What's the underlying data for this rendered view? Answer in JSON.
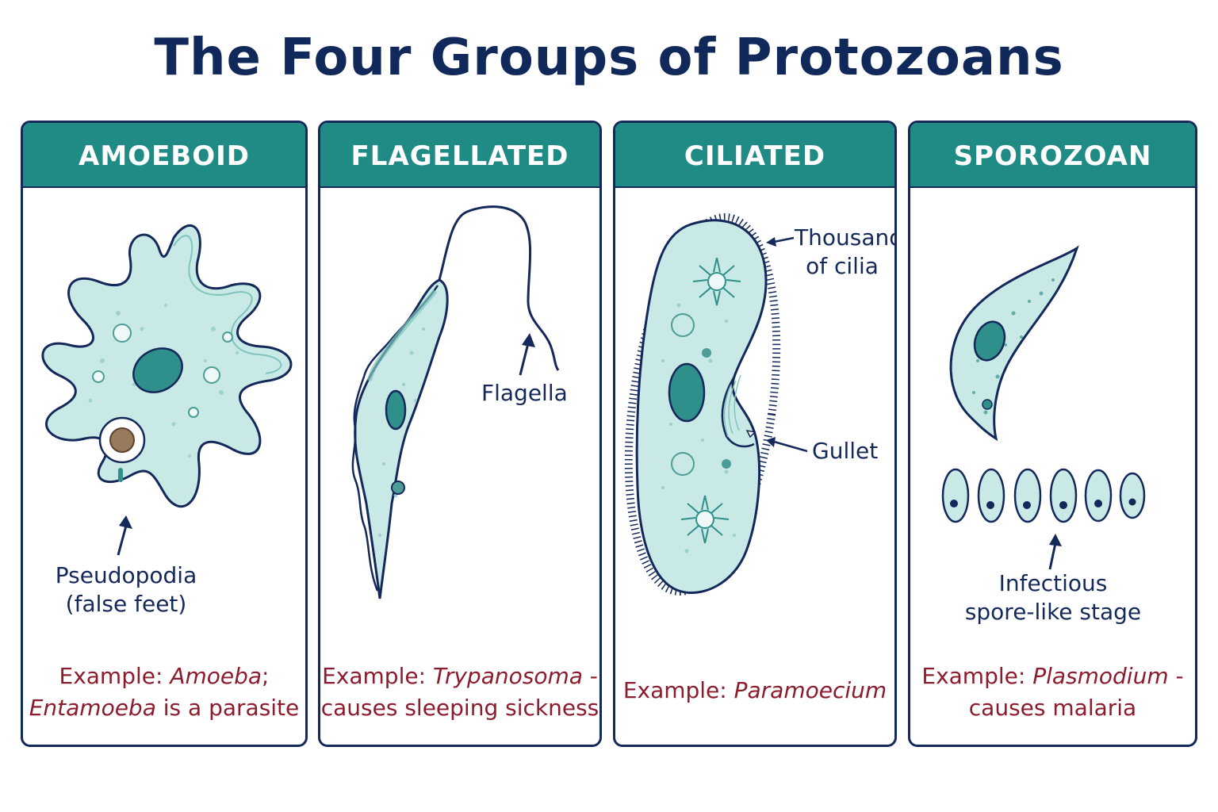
{
  "title": "The Four Groups of Protozoans",
  "colors": {
    "header": "#1f8b84",
    "border": "#14285a",
    "title": "#10295a",
    "example": "#8c1c2c",
    "cell_fill": "#c9e9e7",
    "nucleus": "#2f8f8a"
  },
  "groups": [
    {
      "name": "AMOEBOID",
      "labels": [
        "Pseudopodia",
        "(false feet)"
      ],
      "example": {
        "prefix": "Example: ",
        "genus": "Amoeba",
        "sep": ";",
        "genus2": "Entamoeba",
        "suffix": " is a parasite"
      }
    },
    {
      "name": "FLAGELLATED",
      "labels": [
        "Flagella"
      ],
      "example": {
        "prefix": "Example: ",
        "genus": "Trypanosoma",
        "sep": " -",
        "line2": "causes sleeping sickness"
      }
    },
    {
      "name": "CILIATED",
      "labels": [
        "Thousands",
        "of cilia",
        "Gullet"
      ],
      "example": {
        "prefix": "Example: ",
        "genus": "Paramoecium"
      }
    },
    {
      "name": "SPOROZOAN",
      "labels": [
        "Infectious",
        "spore-like stage"
      ],
      "example": {
        "prefix": "Example: ",
        "genus": "Plasmodium",
        "sep": " -",
        "line2": "causes malaria"
      }
    }
  ]
}
